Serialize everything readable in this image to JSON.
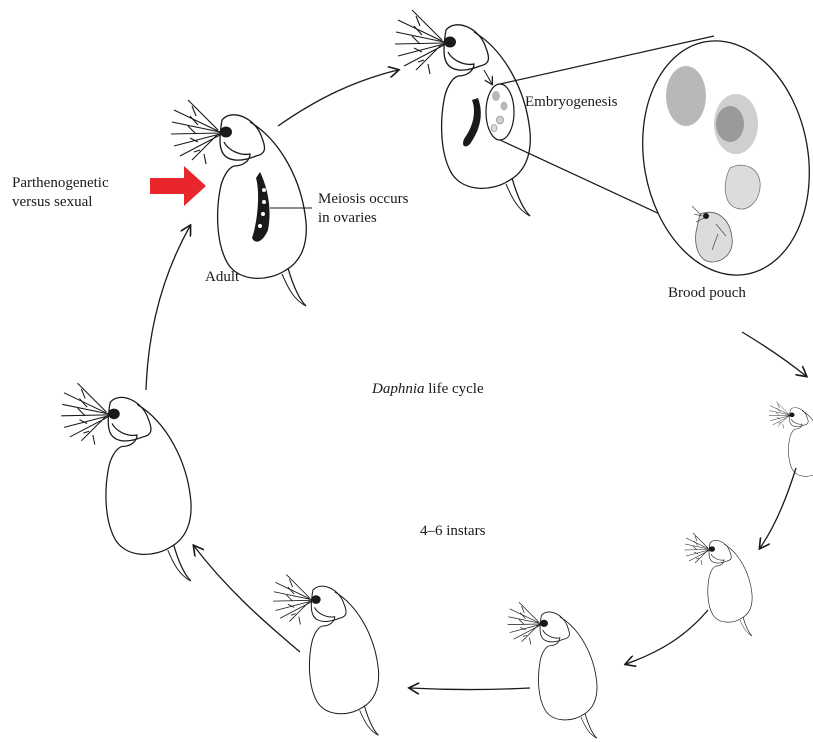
{
  "labels": {
    "parthenogenetic_line1": "Parthenogenetic",
    "parthenogenetic_line2": "versus sexual",
    "meiosis_line1": "Meiosis occurs",
    "meiosis_line2": "in ovaries",
    "adult": "Adult",
    "embryogenesis": "Embryogenesis",
    "brood_pouch": "Brood pouch",
    "title_italic": "Daphnia",
    "title_rest": " life cycle",
    "instars": "4–6 instars"
  },
  "colors": {
    "line": "#1a1a1a",
    "arrow_accent": "#e8262b",
    "embryo_gray": "#b8b8b8",
    "embryo_dark": "#9a9a9a",
    "embryo_light": "#dcdcdc"
  },
  "icons": {
    "daphnia": "daphnia-organism-icon",
    "cycle_arrow": "cycle-arrow-icon",
    "highlight_arrow": "red-arrow-icon"
  }
}
